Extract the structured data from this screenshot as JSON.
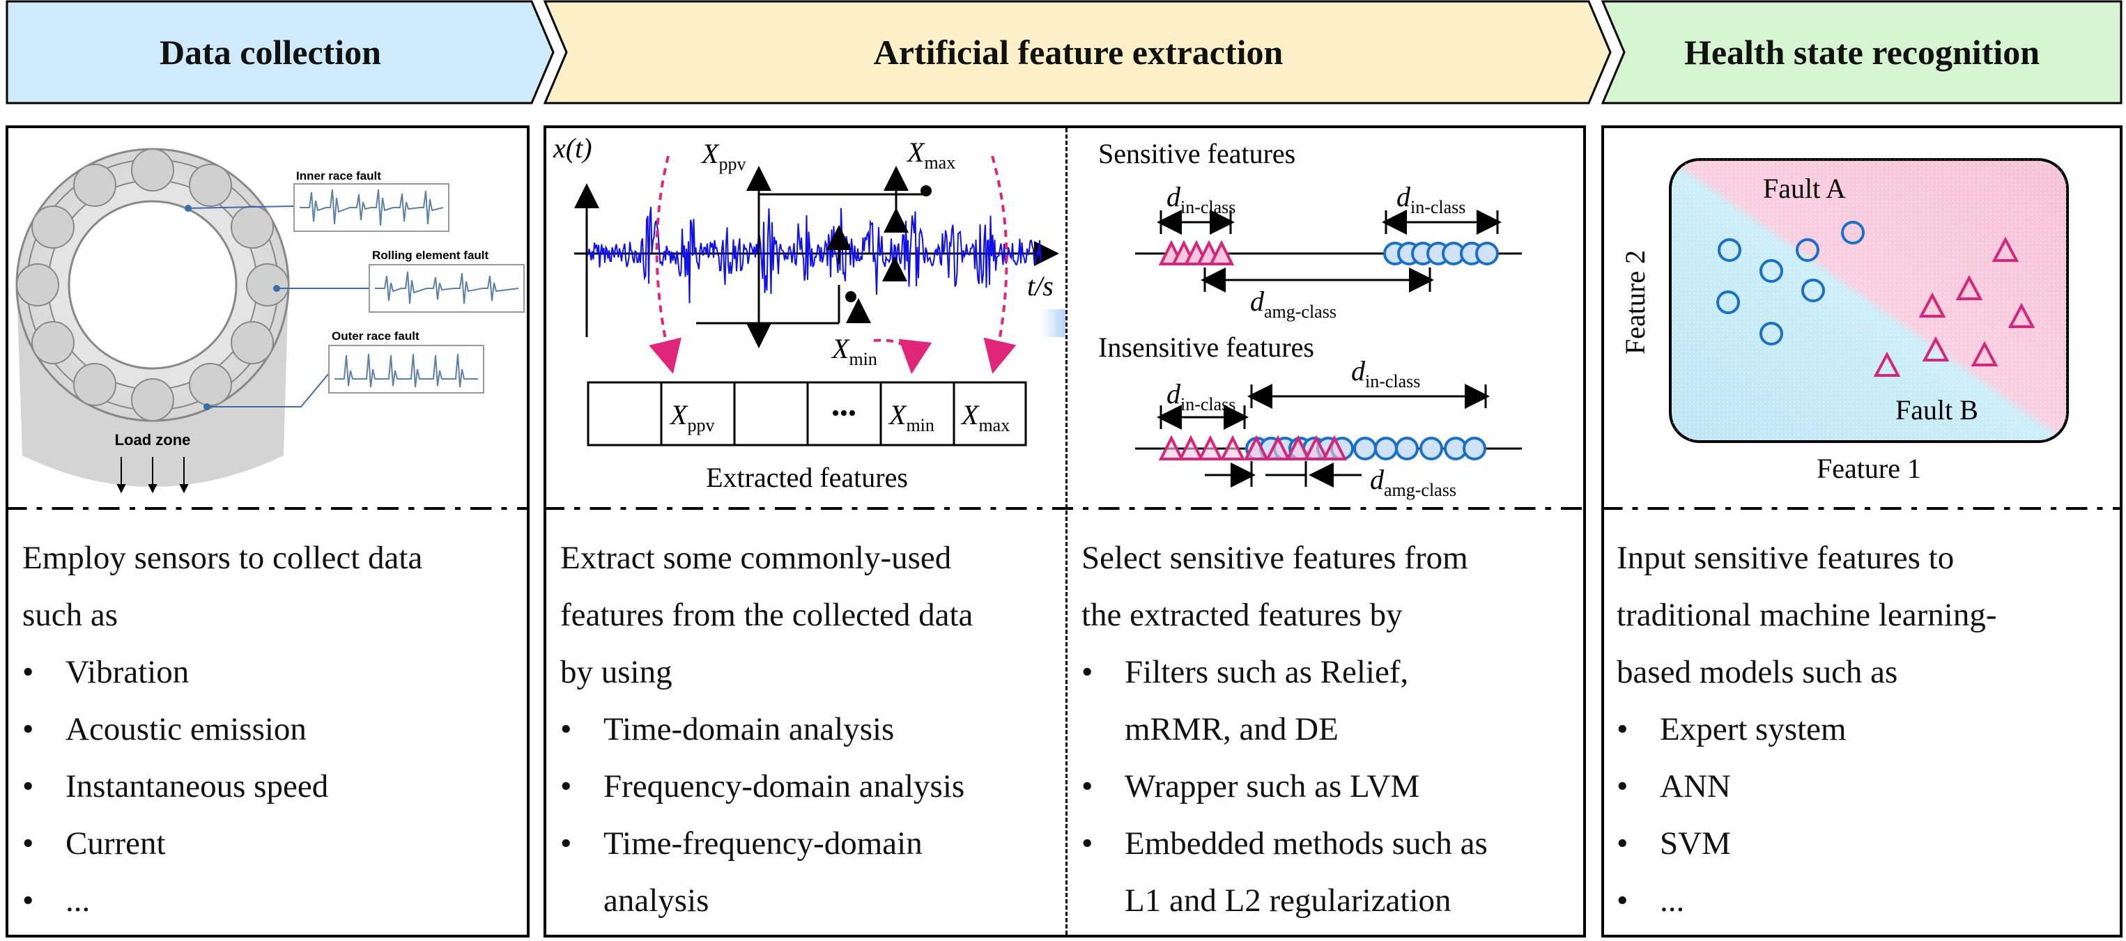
{
  "headers": {
    "data_collection": "Data collection",
    "feature_extraction": "Artificial feature extraction",
    "health_state": "Health state recognition"
  },
  "colors": {
    "blue_header": "#cfeafa",
    "yellow_header": "#fcf0c8",
    "green_header": "#d4f5d0",
    "signal_blue": "#1010e8",
    "fault_pink": "#d4267a",
    "circle_blue": "#1a6fc8"
  },
  "bearing": {
    "inner_race_label": "Inner race fault",
    "rolling_label": "Rolling element fault",
    "outer_race_label": "Outer race fault",
    "load_zone_label": "Load zone"
  },
  "signal": {
    "y_axis": "x(t)",
    "x_axis": "t/s",
    "ppv": "X",
    "ppv_sub": "ppv",
    "max": "X",
    "max_sub": "max",
    "min": "X",
    "min_sub": "min",
    "ellipsis": "•••",
    "extracted_caption": "Extracted features"
  },
  "selection": {
    "sensitive_title": "Sensitive features",
    "insensitive_title": "Insensitive features",
    "d": "d",
    "in_class_sub": "in-class",
    "amg_class_sub": "amg-class"
  },
  "classifier": {
    "fault_a": "Fault A",
    "fault_b": "Fault B",
    "feature1": "Feature 1",
    "feature2": "Feature 2"
  },
  "texts": {
    "collection": {
      "intro_1": "Employ sensors to collect data",
      "intro_2": "such as",
      "bullets": [
        "Vibration",
        "Acoustic emission",
        "Instantaneous speed",
        "Current",
        "..."
      ]
    },
    "extraction": {
      "intro_1": "Extract some commonly-used",
      "intro_2": "features from the collected data",
      "intro_3": "by using",
      "bullet_1": "Time-domain analysis",
      "bullet_2": "Frequency-domain analysis",
      "bullet_3a": "Time-frequency-domain",
      "bullet_3b": "analysis"
    },
    "selection": {
      "intro_1": "Select sensitive features from",
      "intro_2": "the extracted features by",
      "bullet_1a": "Filters such as Relief,",
      "bullet_1b": "mRMR, and DE",
      "bullet_2": "Wrapper such as LVM",
      "bullet_3a": "Embedded methods such as",
      "bullet_3b": "L1 and L2 regularization"
    },
    "recognition": {
      "intro_1": "Input sensitive features to",
      "intro_2": "traditional machine learning-",
      "intro_3": "based models such as",
      "bullets": [
        "Expert system",
        "ANN",
        "SVM",
        "..."
      ]
    }
  }
}
